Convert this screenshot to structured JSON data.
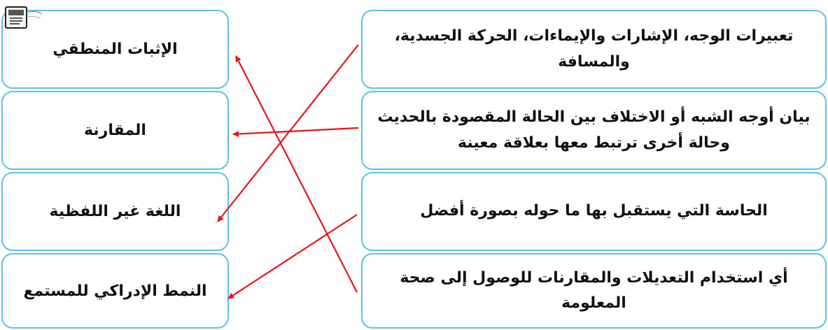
{
  "left_items": [
    {
      "label": "الإثبات المنطقي"
    },
    {
      "label": "المقارنة"
    },
    {
      "label": "اللغة غير اللفظية"
    },
    {
      "label": "النمط الإدراكي للمستمع"
    }
  ],
  "right_items": [
    {
      "label": "تعبيرات الوجه، الإشارات والإيماءات، الحركة الجسدية، والمسافة"
    },
    {
      "label": "بيان أوجه الشبه أو الاختلاف بين الحالة المقصودة بالحديث وحالة أخرى ترتبط معها بعلاقة معينة"
    },
    {
      "label": "الحاسة التي يستقبل بها ما حوله بصورة أفضل"
    },
    {
      "label": "أي استخدام التعديلات والمقارنات للوصول إلى صحة المعلومة"
    }
  ],
  "colors": {
    "box_border": "#5ec3e8",
    "arrow": "#e8141c"
  }
}
